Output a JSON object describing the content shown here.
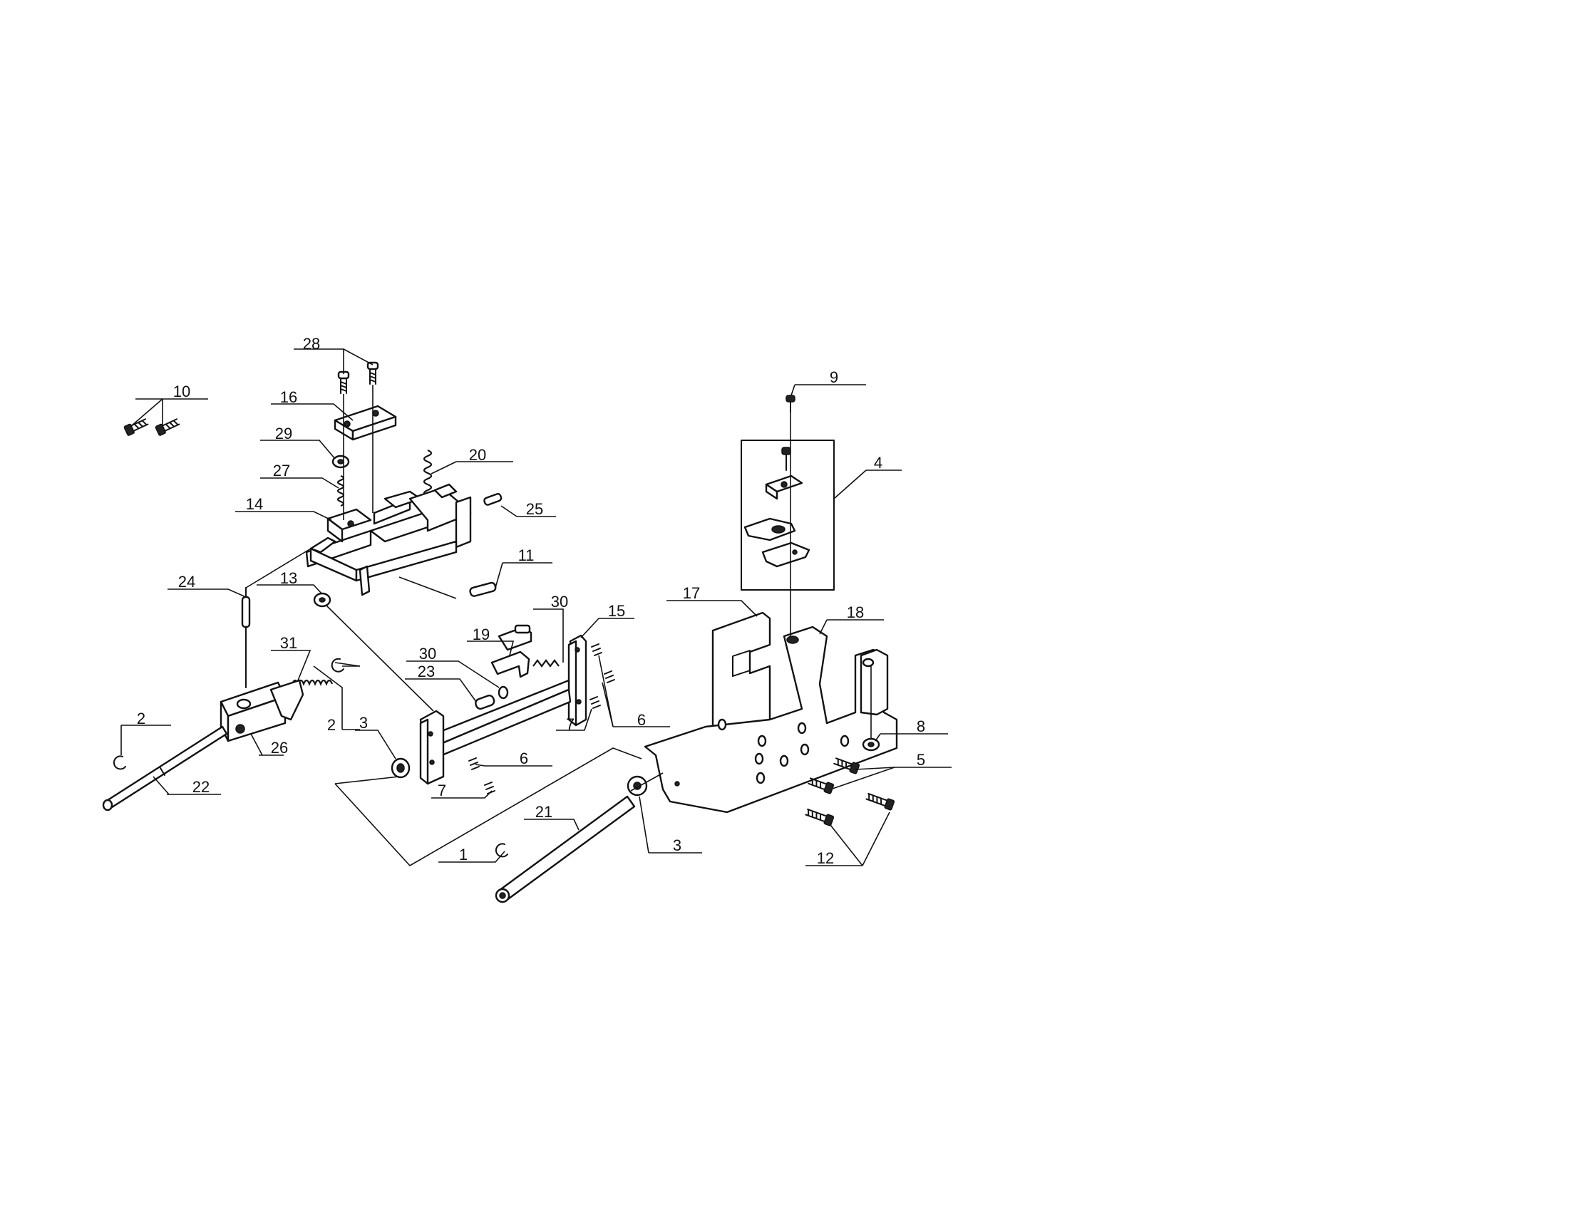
{
  "callouts": [
    {
      "id": "c28",
      "label": "28"
    },
    {
      "id": "c10",
      "label": "10"
    },
    {
      "id": "c16",
      "label": "16"
    },
    {
      "id": "c29",
      "label": "29"
    },
    {
      "id": "c20",
      "label": "20"
    },
    {
      "id": "c27",
      "label": "27"
    },
    {
      "id": "c14",
      "label": "14"
    },
    {
      "id": "c25",
      "label": "25"
    },
    {
      "id": "c11",
      "label": "11"
    },
    {
      "id": "c24",
      "label": "24"
    },
    {
      "id": "c13",
      "label": "13"
    },
    {
      "id": "c30a",
      "label": "30"
    },
    {
      "id": "c15",
      "label": "15"
    },
    {
      "id": "c19",
      "label": "19"
    },
    {
      "id": "c30b",
      "label": "30"
    },
    {
      "id": "c31",
      "label": "31"
    },
    {
      "id": "c23",
      "label": "23"
    },
    {
      "id": "c2a",
      "label": "2"
    },
    {
      "id": "c7a",
      "label": "7"
    },
    {
      "id": "c6a",
      "label": "6"
    },
    {
      "id": "c2b",
      "label": "2"
    },
    {
      "id": "c3a",
      "label": "3"
    },
    {
      "id": "c26",
      "label": "26"
    },
    {
      "id": "c6b",
      "label": "6"
    },
    {
      "id": "c22",
      "label": "22"
    },
    {
      "id": "c7b",
      "label": "7"
    },
    {
      "id": "c21",
      "label": "21"
    },
    {
      "id": "c3b",
      "label": "3"
    },
    {
      "id": "c1",
      "label": "1"
    },
    {
      "id": "c9",
      "label": "9"
    },
    {
      "id": "c4",
      "label": "4"
    },
    {
      "id": "c17",
      "label": "17"
    },
    {
      "id": "c18",
      "label": "18"
    },
    {
      "id": "c8",
      "label": "8"
    },
    {
      "id": "c5",
      "label": "5"
    },
    {
      "id": "c12",
      "label": "12"
    }
  ]
}
